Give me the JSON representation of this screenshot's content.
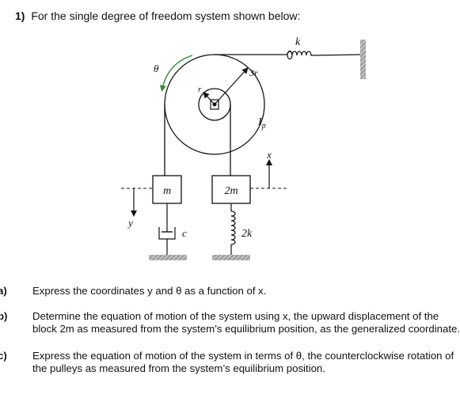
{
  "header": {
    "number": "1)",
    "text": "For the single degree of freedom system shown below:"
  },
  "figure": {
    "label_k": "k",
    "label_theta": "θ",
    "label_3r": "3r",
    "label_r": "r",
    "label_Ip": "I",
    "label_Ip_sub": "p",
    "label_x": "x",
    "label_m": "m",
    "label_2m": "2m",
    "label_y": "y",
    "label_c": "c",
    "label_2k": "2k",
    "colors": {
      "rotation_arrow": "#2e8b2e",
      "lines": "#111111",
      "ground": "#888888"
    }
  },
  "questions": [
    {
      "id": "a)",
      "text": "Express the coordinates y and θ as a function of x."
    },
    {
      "id": "b)",
      "text": "Determine the equation of motion of the system using x, the upward displacement of the block 2m as measured from the system’s equilibrium position, as the generalized coordinate."
    },
    {
      "id": "c)",
      "text": "Express the equation of motion of the system in terms of θ, the counterclockwise rotation of the pulleys as measured from the system’s equilibrium position."
    }
  ]
}
